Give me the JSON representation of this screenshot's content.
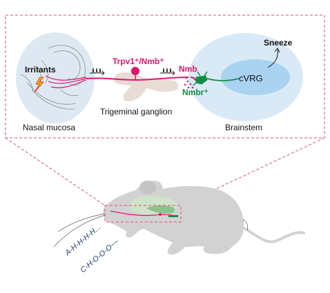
{
  "labels": {
    "irritants": "Irritants",
    "nasal_mucosa": "Nasal mucosa",
    "trpv1_nmb": "Trpv1⁺/Nmb⁺",
    "nmb": "Nmb",
    "nmbr": "Nmbr⁺",
    "cvrg": "cVRG",
    "sneeze": "Sneeze",
    "trigeminal_ganglion": "Trigeminal ganglion",
    "brainstem": "Brainstem",
    "sneeze_sound_1": "A-H-H-H-H...",
    "sneeze_sound_2": "C-H-O-O-O~~"
  },
  "colors": {
    "nerve_magenta": "#e2156b",
    "brainstem_outer": "#d9eaf6",
    "cvrg_inner": "#a9d3f1",
    "ganglion": "#e8dcd5",
    "nmbr_green": "#138a45",
    "dashed_box": "#e0506d",
    "mouse_gray": "#d2d2d2",
    "sound_text": "#1f3a78"
  }
}
